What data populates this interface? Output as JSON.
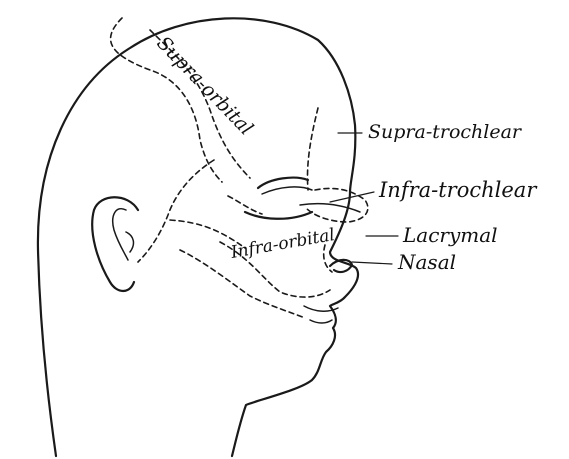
{
  "labels": {
    "supra_orbital": "Supra-orbital",
    "supra_trochlear": "Supra-trochlear",
    "infra_trochlear": "Infra-trochlear",
    "lacrymal": "Lacrymal",
    "nasal": "Nasal",
    "infra_orbital": "Infra-orbital"
  }
}
